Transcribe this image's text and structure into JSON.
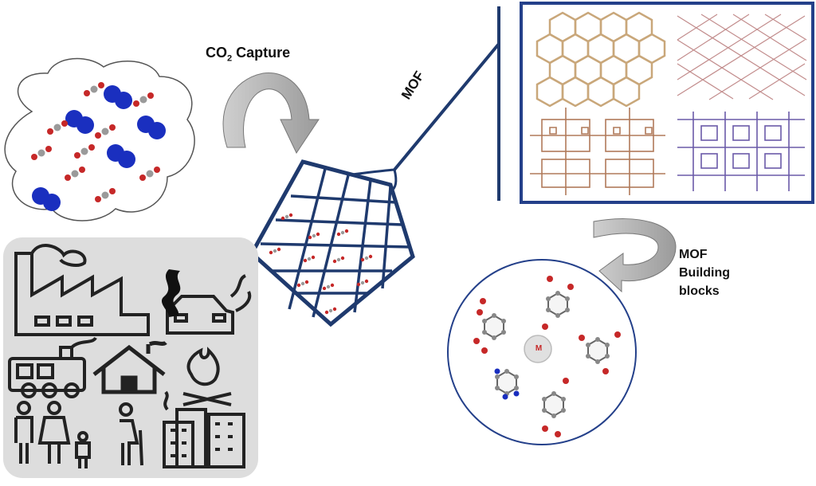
{
  "labels": {
    "co2_capture_prefix": "CO",
    "co2_capture_subscript": "2",
    "co2_capture_suffix": " Capture",
    "mof": "MOF",
    "building_blocks_line1": "MOF",
    "building_blocks_line2": "Building",
    "building_blocks_line3": "blocks",
    "metal": "M"
  },
  "colors": {
    "net_blue": "#1f3a6e",
    "panel_border": "#24408a",
    "n2_blue": "#1a2fbf",
    "oxygen_red": "#c62828",
    "carbon_grey": "#8a8a8a",
    "pollution_panel": "#dddddd",
    "arrow_grey": "#a8a8a8"
  }
}
